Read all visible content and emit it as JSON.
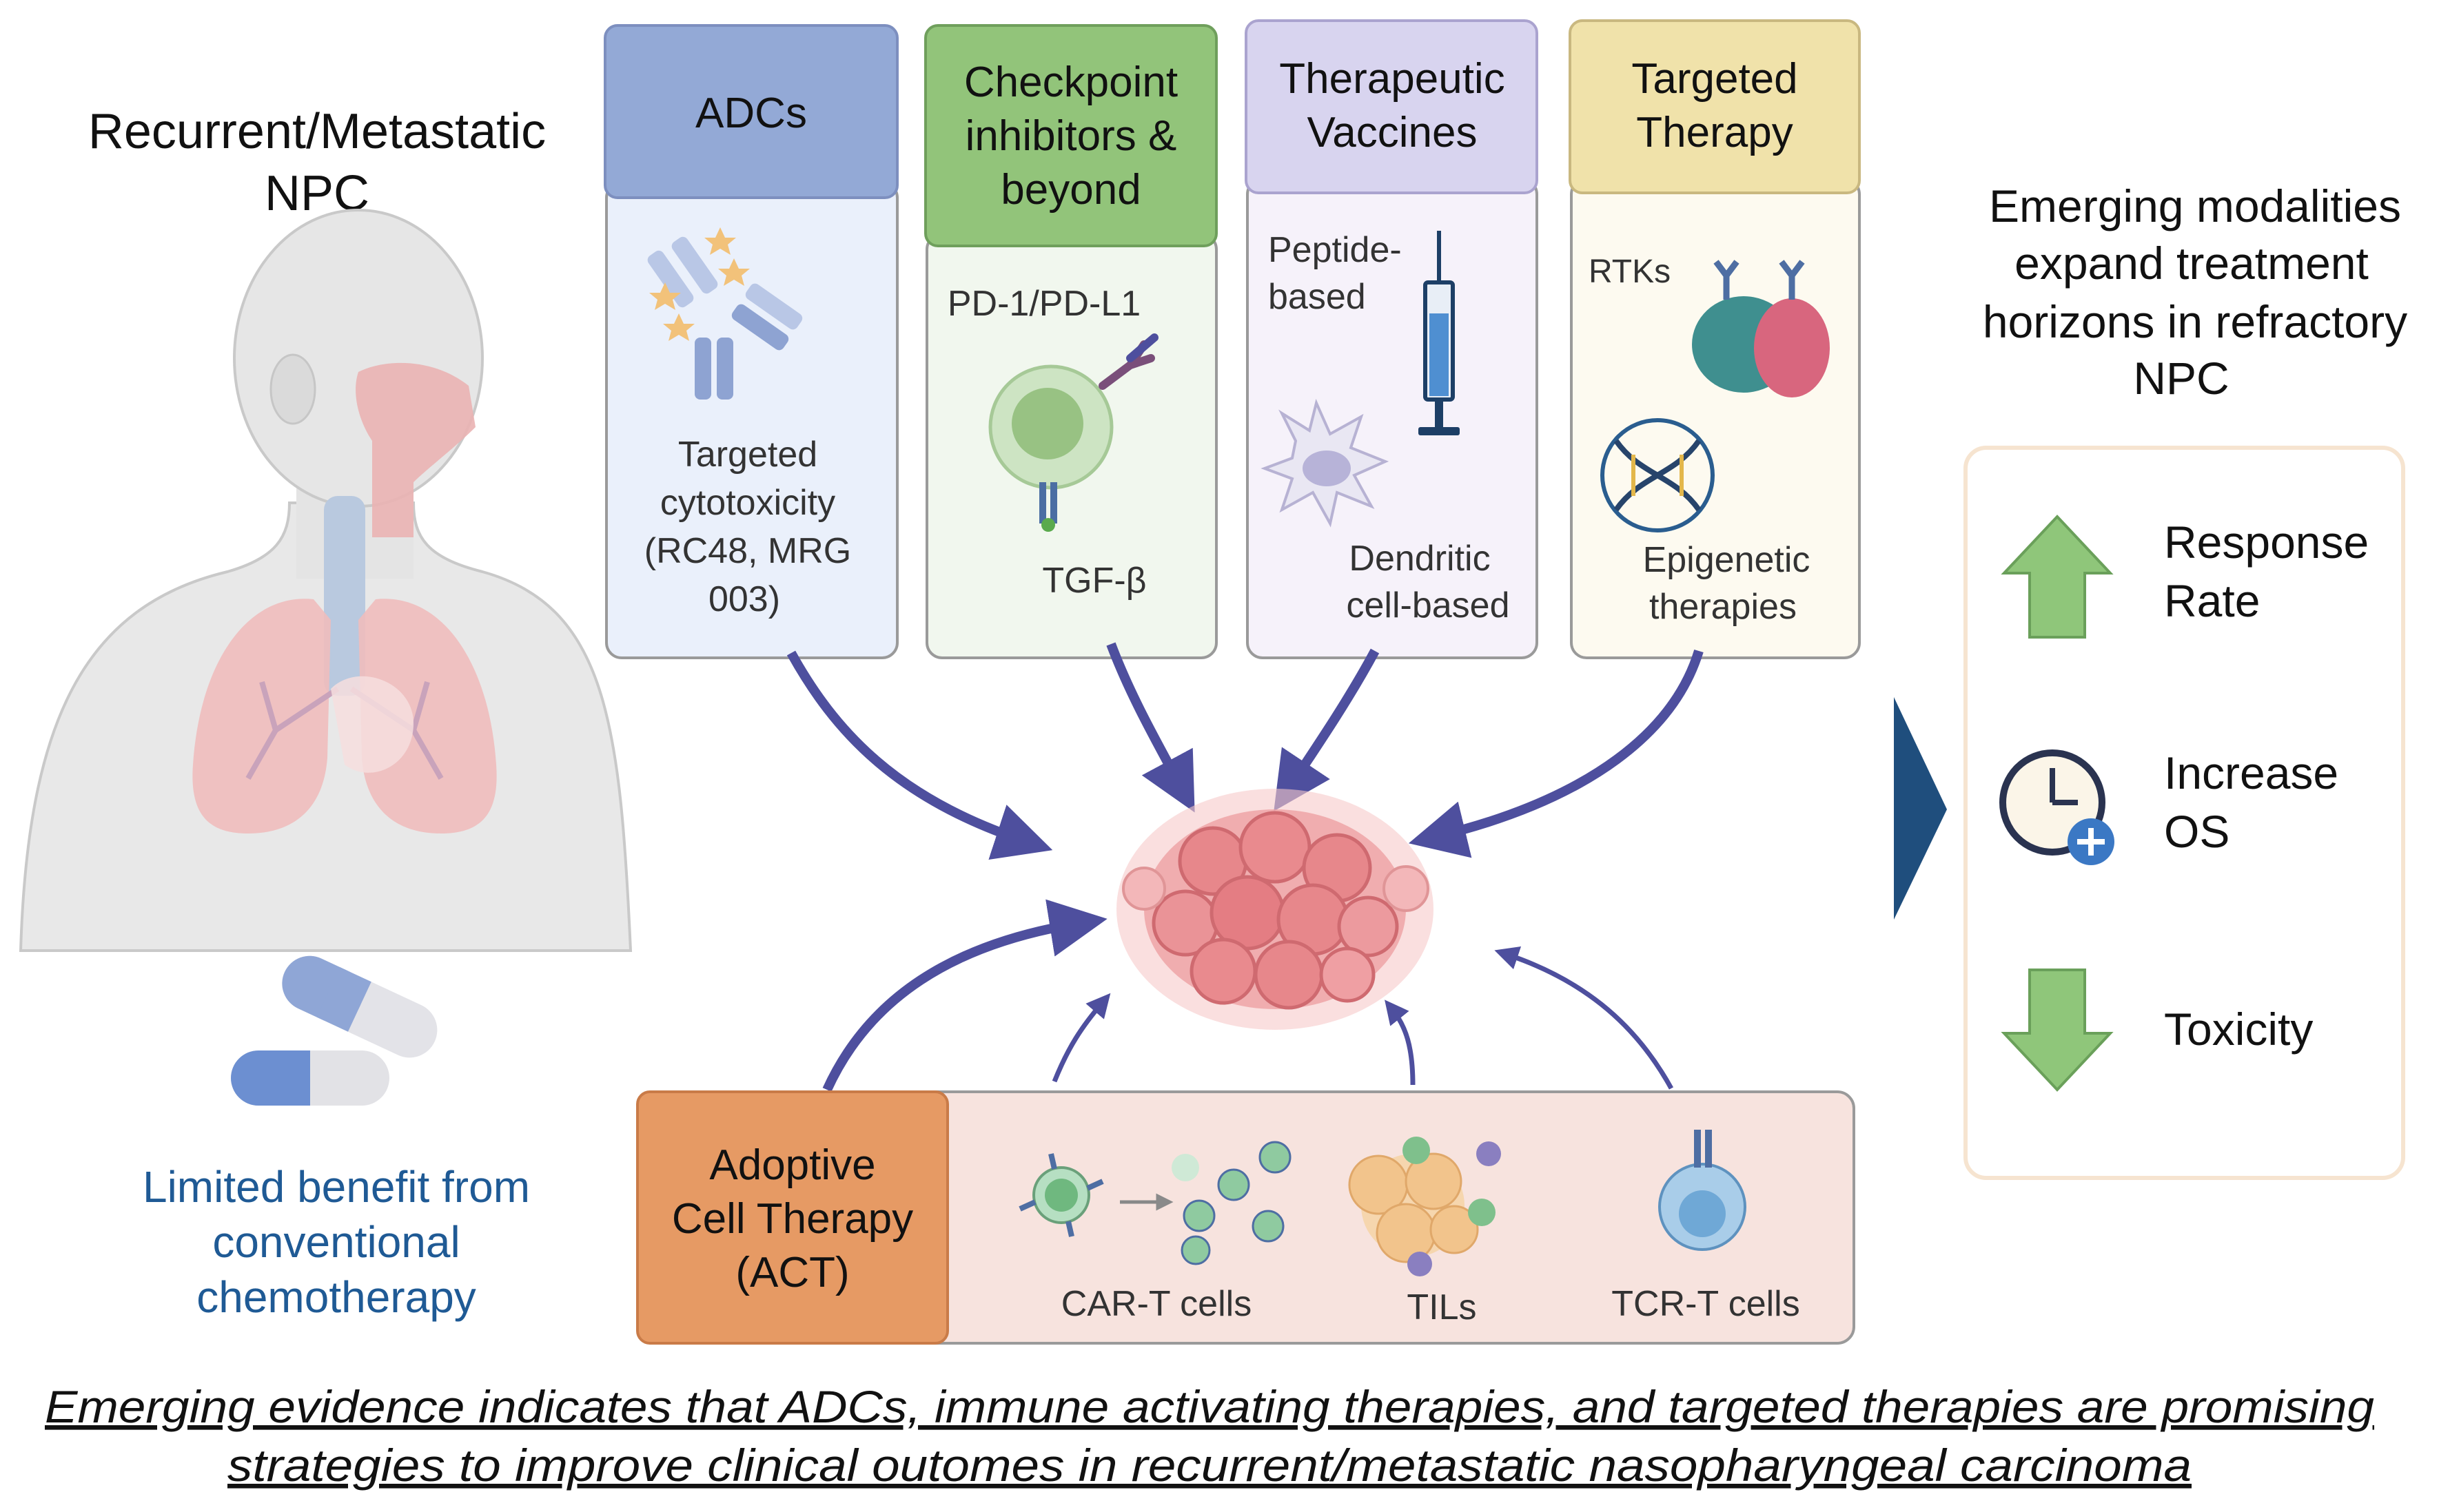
{
  "left_panel": {
    "title_line1": "Recurrent/Metastatic",
    "title_line2": "NPC",
    "caption_line1": "Limited benefit from",
    "caption_line2": "conventional",
    "caption_line3": "chemotherapy"
  },
  "therapies": {
    "adcs": {
      "header": "ADCs",
      "body_line1": "Targeted",
      "body_line2": "cytotoxicity",
      "body_line3": "(RC48, MRG",
      "body_line4": "003)"
    },
    "checkpoint": {
      "header_line1": "Checkpoint",
      "header_line2": "inhibitors &",
      "header_line3": "beyond",
      "label_top": "PD-1/PD-L1",
      "label_bottom": "TGF-β"
    },
    "vaccines": {
      "header_line1": "Therapeutic",
      "header_line2": "Vaccines",
      "label_top_line1": "Peptide-",
      "label_top_line2": "based",
      "label_bottom_line1": "Dendritic",
      "label_bottom_line2": "cell-based"
    },
    "targeted": {
      "header_line1": "Targeted",
      "header_line2": "Therapy",
      "label_top": "RTKs",
      "label_bottom_line1": "Epigenetic",
      "label_bottom_line2": "therapies"
    }
  },
  "act": {
    "header_line1": "Adoptive",
    "header_line2": "Cell Therapy",
    "header_line3": "(ACT)",
    "car_t": "CAR-T cells",
    "tils": "TILs",
    "tcr_t": "TCR-T cells"
  },
  "outcomes": {
    "title_line1": "Emerging modalities",
    "title_line2": "expand treatment",
    "title_line3": "horizons in refractory",
    "title_line4": "NPC",
    "response_line1": "Response",
    "response_line2": "Rate",
    "os_line1": "Increase",
    "os_line2": "OS",
    "toxicity": "Toxicity"
  },
  "footer": {
    "line1": "Emerging evidence indicates that ADCs, immune activating therapies, and targeted therapies are promising",
    "line2": "strategies to improve clinical outomes in recurrent/metastatic nasopharyngeal carcinoma"
  },
  "colors": {
    "arrow": "#4e4f9e",
    "adcs_header": "#93a9d6",
    "checkpoint_header": "#92c47a",
    "vaccine_header": "#d8d4ef",
    "targeted_header": "#f0e2aa",
    "act_header": "#e69a64",
    "up_down_arrow": "#8fc67a",
    "navy_chevron": "#1f4e7d",
    "caption_blue": "#1f5a95"
  }
}
